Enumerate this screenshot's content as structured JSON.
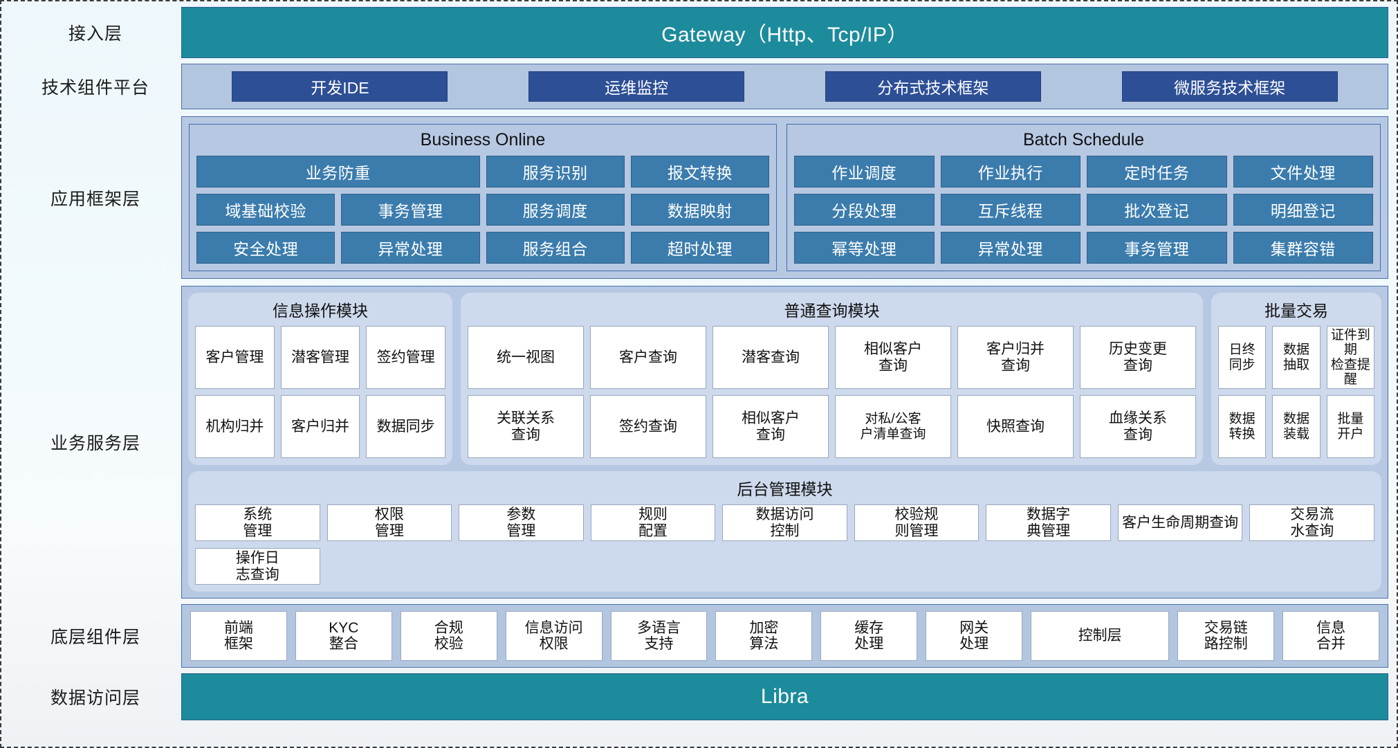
{
  "layers": {
    "access": {
      "label": "接入层",
      "bar": "Gateway（Http、Tcp/IP）"
    },
    "tech": {
      "label": "技术组件平台",
      "chips": [
        "开发IDE",
        "运维监控",
        "分布式技术框架",
        "微服务技术框架"
      ]
    },
    "app_framework": {
      "label": "应用框架层",
      "groups": [
        {
          "title": "Business Online",
          "cells": [
            "业务防重",
            "服务识别",
            "报文转换",
            "域基础校验",
            "事务管理",
            "服务调度",
            "数据映射",
            "安全处理",
            "异常处理",
            "服务组合",
            "超时处理"
          ]
        },
        {
          "title": "Batch Schedule",
          "cells": [
            "作业调度",
            "作业执行",
            "定时任务",
            "文件处理",
            "分段处理",
            "互斥线程",
            "批次登记",
            "明细登记",
            "幂等处理",
            "异常处理",
            "事务管理",
            "集群容错"
          ]
        }
      ]
    },
    "business_service": {
      "label": "业务服务层",
      "info_module": {
        "title": "信息操作模块",
        "cells": [
          "客户管理",
          "潜客管理",
          "签约管理",
          "机构归并",
          "客户归并",
          "数据同步"
        ]
      },
      "query_module": {
        "title": "普通查询模块",
        "cells": [
          "统一视图",
          "客户查询",
          "潜客查询",
          "相似客户\n查询",
          "客户归并\n查询",
          "历史变更\n查询",
          "关联关系\n查询",
          "签约查询",
          "相似客户\n查询",
          "对私/公客\n户清单查询",
          "快照查询",
          "血缘关系\n查询"
        ]
      },
      "batch_transaction": {
        "title": "批量交易",
        "cells": [
          "日终\n同步",
          "数据\n抽取",
          "证件到期\n检查提醒",
          "数据\n转换",
          "数据\n装载",
          "批量\n开户"
        ]
      },
      "admin_module": {
        "title": "后台管理模块",
        "cells": [
          "系统\n管理",
          "权限\n管理",
          "参数\n管理",
          "规则\n配置",
          "数据访问\n控制",
          "校验规\n则管理",
          "数据字\n典管理",
          "客户生命周期查询",
          "交易流\n水查询",
          "操作日\n志查询"
        ]
      }
    },
    "bottom_component": {
      "label": "底层组件层",
      "cells": [
        "前端\n框架",
        "KYC\n整合",
        "合规\n校验",
        "信息访问\n权限",
        "多语言\n支持",
        "加密\n算法",
        "缓存\n处理",
        "网关\n处理",
        "控制层",
        "交易链\n路控制",
        "信息\n合并"
      ]
    },
    "data_access": {
      "label": "数据访问层",
      "bar": "Libra"
    }
  },
  "colors": {
    "teal": "#1c8b9c",
    "deep_blue_chip": "#2d4f96",
    "framework_chip": "#3b7cad",
    "band_blue": "#b7c8e3",
    "group_light": "#cdd9ec"
  }
}
